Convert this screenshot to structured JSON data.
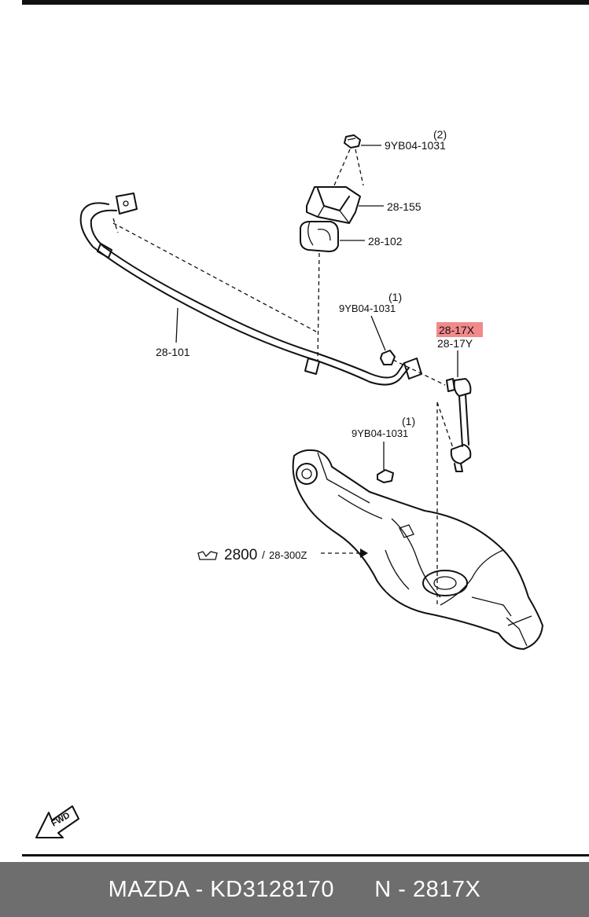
{
  "labels": {
    "nut_top_code": "9YB04-1031",
    "nut_top_qty": "(2)",
    "bracket": "28-155",
    "bushing": "28-102",
    "nut_mid_code": "9YB04-1031",
    "nut_mid_qty": "(1)",
    "link_left": "28-17X",
    "link_right": "28-17Y",
    "stabilizer_bar": "28-101",
    "nut_low_code": "9YB04-1031",
    "nut_low_qty": "(1)",
    "arm_ref_main": "2800",
    "arm_ref_sub": "28-300Z",
    "fwd": "FWD"
  },
  "highlight": {
    "part": "28-17X",
    "color": "#f28a8a"
  },
  "footer": {
    "text": "MAZDA - KD3128170      N - 2817X"
  }
}
